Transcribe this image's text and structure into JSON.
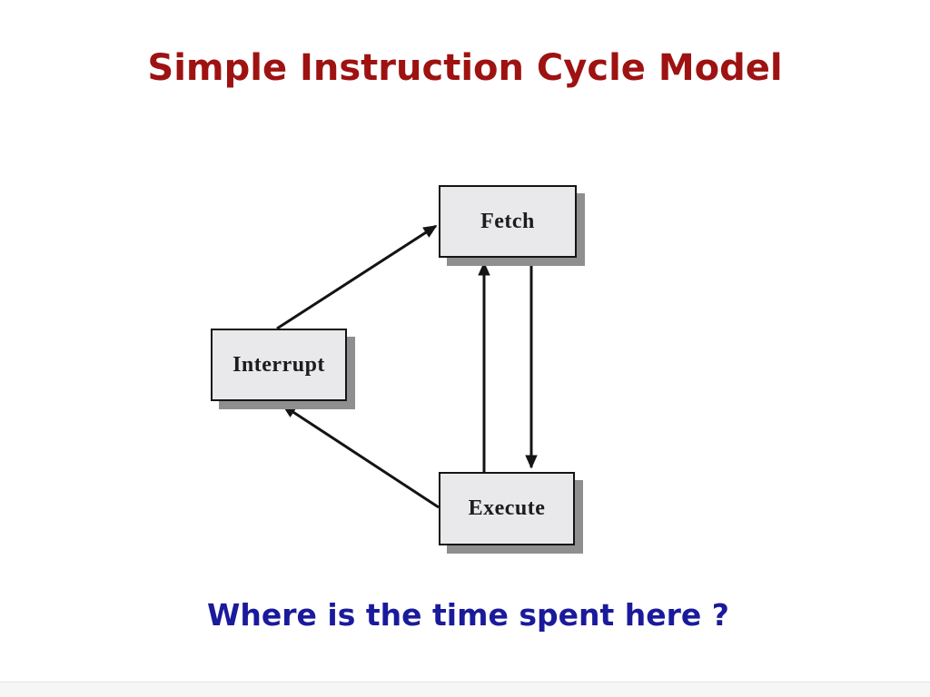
{
  "slide": {
    "title": "Simple Instruction Cycle Model",
    "caption": "Where is the time spent here ?"
  },
  "diagram": {
    "type": "flow-cycle",
    "boxes": [
      {
        "id": "fetch",
        "label": "Fetch"
      },
      {
        "id": "interrupt",
        "label": "Interrupt"
      },
      {
        "id": "execute",
        "label": "Execute"
      }
    ],
    "edges": [
      {
        "from": "Interrupt",
        "to": "Fetch"
      },
      {
        "from": "Fetch",
        "to": "Execute"
      },
      {
        "from": "Execute",
        "to": "Fetch"
      },
      {
        "from": "Execute",
        "to": "Interrupt"
      }
    ]
  },
  "theme": {
    "background": "#ffffff",
    "title_color": "#9e1212",
    "caption_color": "#1a1a9c",
    "box_fill": "#e9e9eb",
    "box_border": "#141414",
    "box_shadow": "#8f8f8f",
    "arrow_color": "#141414",
    "label_color": "#1c1c1c",
    "footer_bg": "#f6f6f6",
    "footer_border": "#e3e3e3"
  }
}
